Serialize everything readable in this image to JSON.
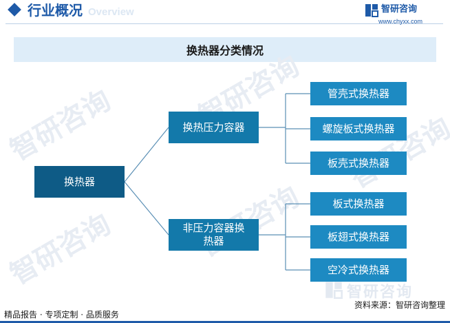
{
  "header": {
    "title": "行业概况",
    "subtitle": "Overview",
    "brand_name": "智研咨询",
    "brand_url": "www.chyxx.com"
  },
  "banner": {
    "title": "换热器分类情况"
  },
  "diagram": {
    "root": "换热器",
    "branches": [
      {
        "label": "换热压力容器",
        "children": [
          "管壳式换热器",
          "螺旋板式换热器",
          "板壳式换热器"
        ]
      },
      {
        "label": "非压力容器换热器",
        "children": [
          "板式换热器",
          "板翅式换热器",
          "空冷式换热器"
        ]
      }
    ]
  },
  "watermark": {
    "text": "智研咨询"
  },
  "footer": {
    "services": "精品报告 · 专项定制 · 品质服务",
    "source": "资料来源：智研咨询整理",
    "brand": "智研咨询"
  },
  "colors": {
    "brand": "#1e5aa8",
    "root_node": "#0e5b86",
    "mid_node": "#1379aa",
    "leaf_node": "#1d8ac2",
    "banner_bg": "#deedf9",
    "connector": "#5a8fb5"
  }
}
